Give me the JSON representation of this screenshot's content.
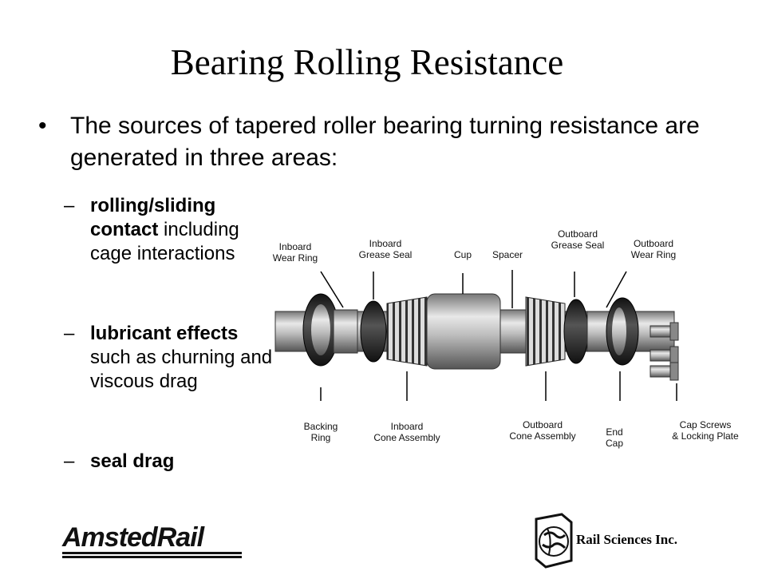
{
  "slide": {
    "title": "Bearing Rolling Resistance",
    "bullet": "The sources of tapered roller bearing turning resistance are generated in three areas:",
    "bullet_marker": "•",
    "sub_marker": "–",
    "subpoints": [
      {
        "bold": "rolling/sliding contact",
        "rest": " including cage interactions"
      },
      {
        "bold": "lubricant effects",
        "rest": " such as churning and viscous drag"
      },
      {
        "bold": "seal drag",
        "rest": ""
      }
    ]
  },
  "diagram": {
    "labels": {
      "inboard_wear_ring": [
        "Inboard",
        "Wear Ring"
      ],
      "inboard_grease_seal": [
        "Inboard",
        "Grease Seal"
      ],
      "cup": [
        "Cup"
      ],
      "spacer": [
        "Spacer"
      ],
      "outboard_grease_seal": [
        "Outboard",
        "Grease Seal"
      ],
      "outboard_wear_ring": [
        "Outboard",
        "Wear Ring"
      ],
      "backing_ring": [
        "Backing",
        "Ring"
      ],
      "inboard_cone_assembly": [
        "Inboard",
        "Cone Assembly"
      ],
      "outboard_cone_assembly": [
        "Outboard",
        "Cone Assembly"
      ],
      "end_cap": [
        "End",
        "Cap"
      ],
      "cap_screws": [
        "Cap Screws",
        "& Locking Plate"
      ]
    }
  },
  "footer": {
    "left_logo": "AmstedRail",
    "right_text": "Rail Sciences Inc."
  },
  "colors": {
    "text": "#000000",
    "background": "#ffffff",
    "metal_dark": "#2a2a2a",
    "metal_light": "#cfcfcf"
  }
}
